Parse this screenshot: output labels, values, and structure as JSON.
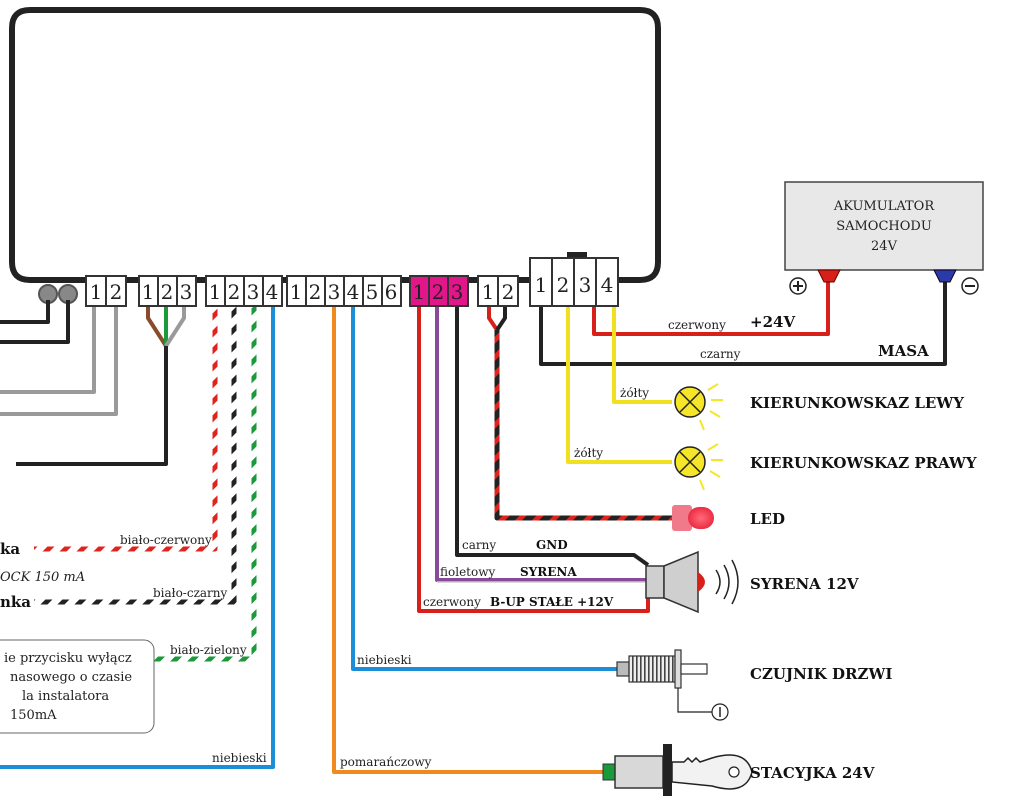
{
  "connectors": {
    "a": [
      "1",
      "2"
    ],
    "b": [
      "1",
      "2",
      "3"
    ],
    "c": [
      "1",
      "2",
      "3",
      "4"
    ],
    "d": [
      "1",
      "2",
      "3",
      "4",
      "5",
      "6"
    ],
    "e": [
      "1",
      "2",
      "3"
    ],
    "f": [
      "1",
      "2"
    ],
    "g": [
      "1",
      "2",
      "3",
      "4"
    ]
  },
  "battery": {
    "line1": "AKUMULATOR",
    "line2": "SAMOCHODU",
    "line3": "24V"
  },
  "labels": {
    "plus24": "+24V",
    "masa": "MASA",
    "gnd": "GND",
    "syrena": "SYRENA",
    "bup": "B-UP STAŁE +12V"
  },
  "devices": {
    "blinker_left": "KIERUNKOWSKAZ LEWY",
    "blinker_right": "KIERUNKOWSKAZ PRAWY",
    "led": "LED",
    "siren": "SYRENA 12V",
    "door_sensor": "CZUJNIK DRZWI",
    "ignition": "STACYJKA 24V"
  },
  "wire_labels": {
    "czerwony_power": "czerwony",
    "czarny_masa": "czarny",
    "zolty_1": "żółty",
    "zolty_2": "żółty",
    "carny": "carny",
    "fioletowy": "fioletowy",
    "czerwony_siren": "czerwony",
    "niebieski_1": "niebieski",
    "pomaranczowy": "pomarańczowy",
    "bialo_czerwony": "biało-czerwony",
    "bialo_czarny": "biało-czarny",
    "bialo_zielony": "biało-zielony",
    "niebieski_2": "niebieski"
  },
  "left": {
    "label1": "ka",
    "lock_note": "OCK 150 mA",
    "label2": "nka"
  },
  "note": [
    "ie przycisku wyłącz",
    "nasowego o czasie",
    "la instalatora",
    "150mA"
  ],
  "colors": {
    "siren_connector": "#e0168a",
    "red_wire": "#d8201a",
    "yellow_wire": "#f0e020",
    "blue_wire": "#1a8ed8",
    "orange_wire": "#f08a1e",
    "violet_wire": "#8a4a9a",
    "battery_plus": "#d8201a",
    "battery_minus": "#2a3aa8"
  }
}
